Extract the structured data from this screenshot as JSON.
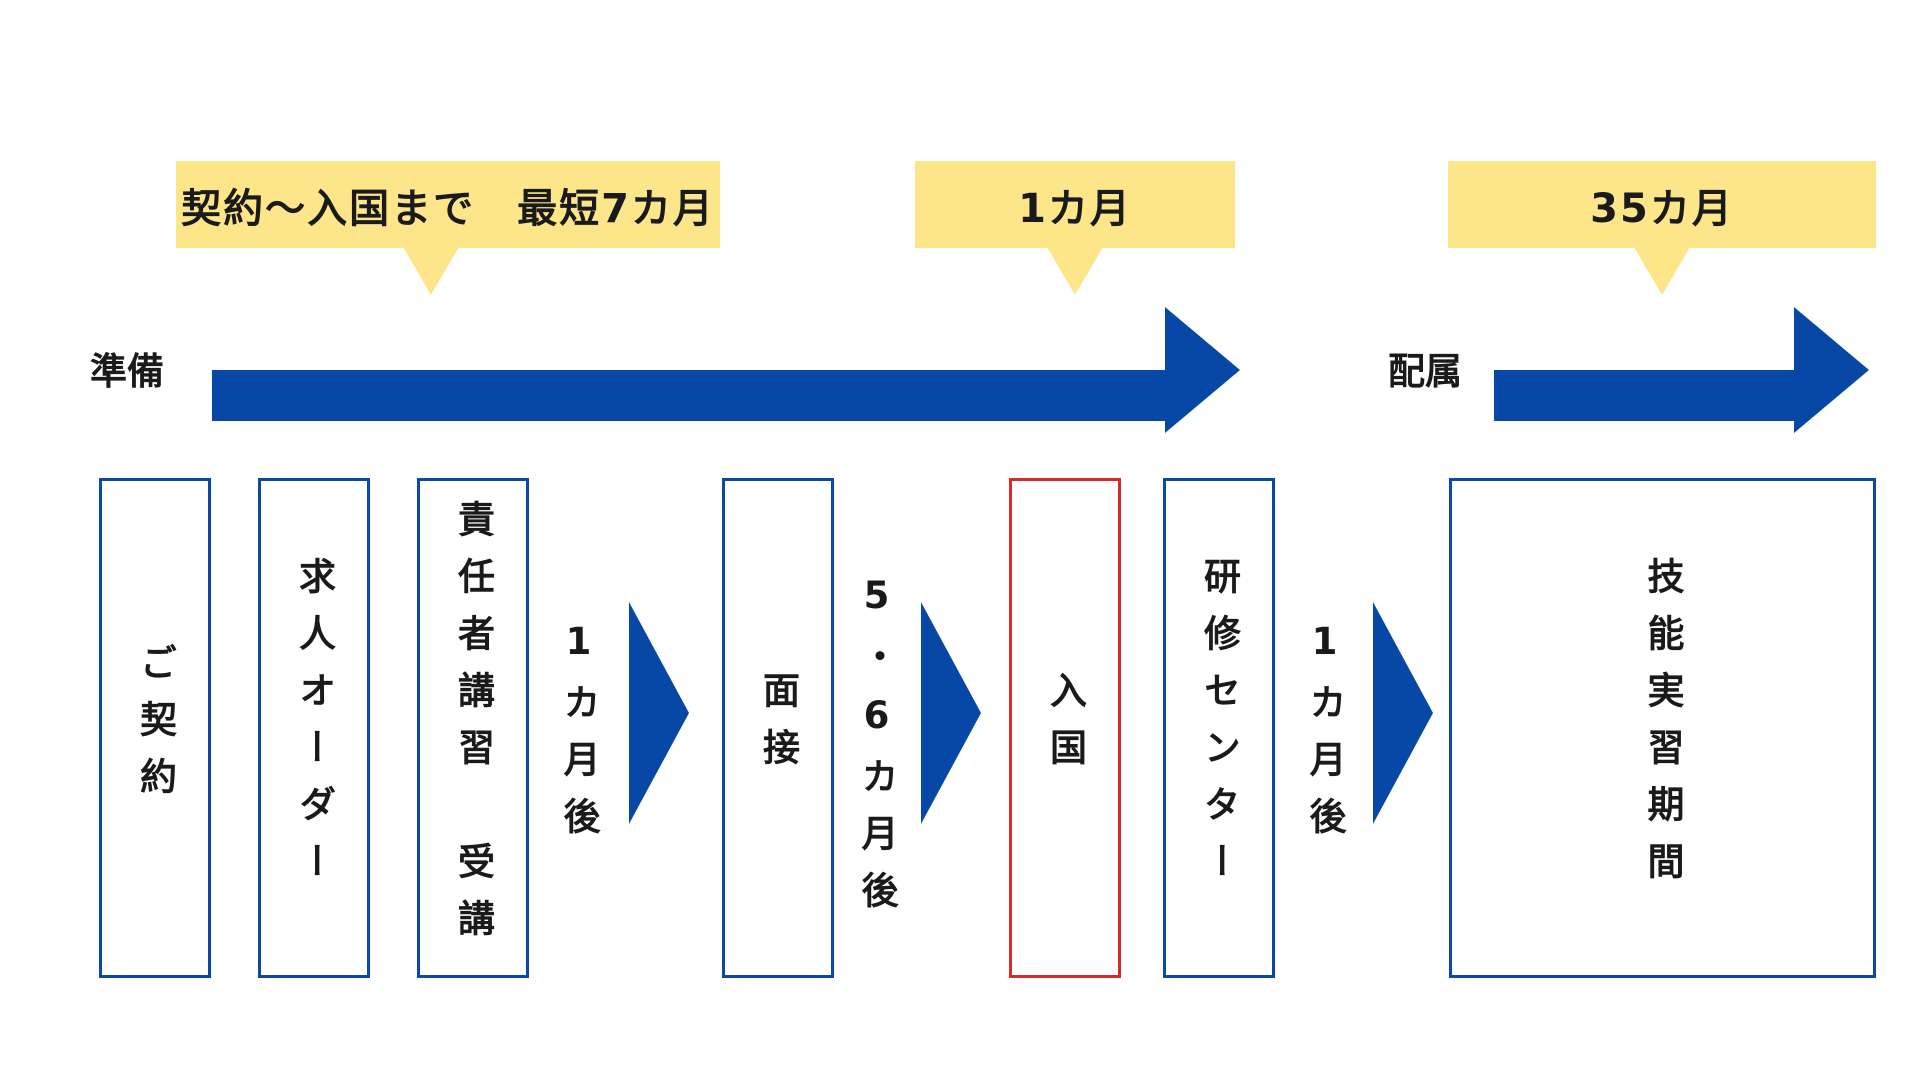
{
  "colors": {
    "arrow": "#0747a6",
    "box_border": "#0b4aa2",
    "highlight_border": "#d62b2b",
    "callout_bg": "#fde68a",
    "text": "#1a1a1a"
  },
  "callouts": [
    {
      "id": "prep-period",
      "label": "契約〜入国まで　最短7カ月"
    },
    {
      "id": "training-period",
      "label": "1カ月"
    },
    {
      "id": "placement-period",
      "label": "35カ月"
    }
  ],
  "sections": {
    "preparation": "準備",
    "placement": "配属"
  },
  "steps": [
    {
      "id": "contract",
      "label": "ご契約",
      "highlight": false
    },
    {
      "id": "job-order",
      "label": "求人オーダー",
      "highlight": false
    },
    {
      "id": "manager-training",
      "label": "責任者講習　受講",
      "highlight": false
    },
    {
      "id": "interview",
      "label": "面接",
      "highlight": false
    },
    {
      "id": "entry",
      "label": "入国",
      "highlight": true
    },
    {
      "id": "training-center",
      "label": "研修センター",
      "highlight": false
    },
    {
      "id": "technical-internship",
      "label": "技能実習期間",
      "highlight": false
    }
  ],
  "transitions": [
    {
      "id": "after-manager-training",
      "label": "1カ月後"
    },
    {
      "id": "after-interview",
      "label": "5・6カ月後"
    },
    {
      "id": "after-training-center",
      "label": "1カ月後"
    }
  ],
  "icons": [
    "right-arrow-icon",
    "chevron-right-icon",
    "speech-pointer-icon"
  ]
}
